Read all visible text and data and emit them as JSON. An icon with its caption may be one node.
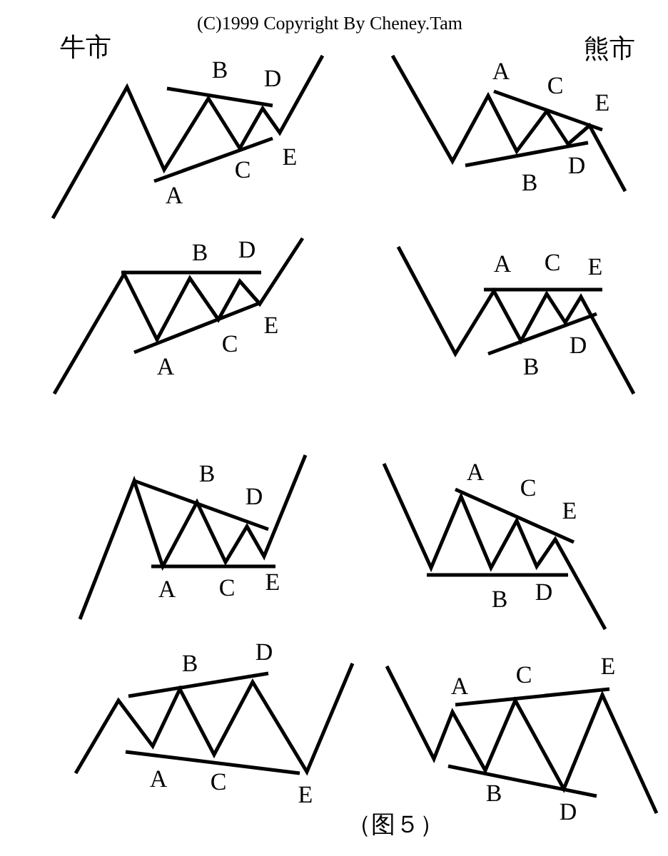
{
  "diagram": {
    "caption": "（图５）",
    "labels": [
      "(C)1999 Copyright By Cheney.Tam",
      "牛市",
      "熊市",
      "A",
      "B",
      "C",
      "D",
      "E",
      "A",
      "B",
      "C",
      "D",
      "E",
      "A",
      "B",
      "C",
      "D",
      "E",
      "A",
      "B",
      "C",
      "D",
      "E",
      "A",
      "B",
      "C",
      "D",
      "E",
      "A",
      "B",
      "C",
      "D",
      "E",
      "A",
      "B",
      "C",
      "D",
      "E",
      "A",
      "B",
      "C",
      "D",
      "E"
    ]
  }
}
